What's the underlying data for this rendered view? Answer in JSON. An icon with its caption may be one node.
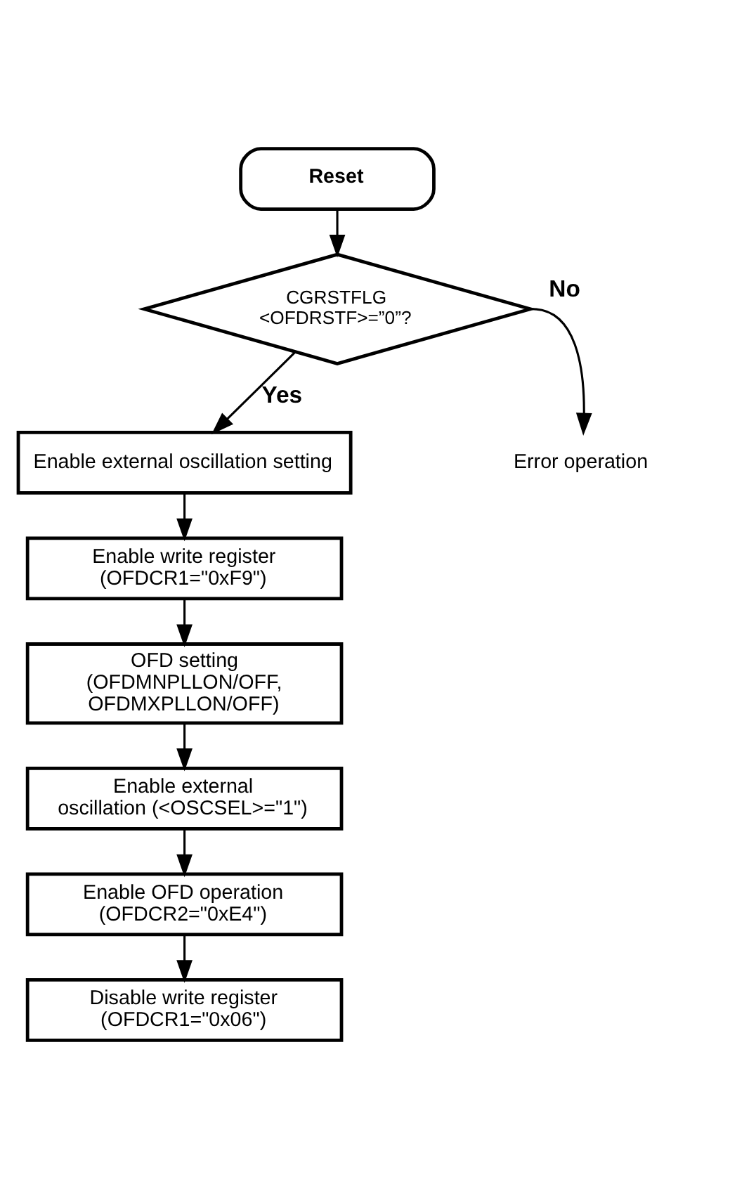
{
  "diagram": {
    "nodes": [
      {
        "text": [
          "Reset"
        ]
      },
      {
        "text": [
          "CGRSTFLG <OFDRSTF>=”0”?"
        ]
      },
      {
        "text": [
          "Enable external oscillation setting"
        ]
      },
      {
        "text": [
          "Enable write register (OFDCR1=\"0xF9\")"
        ]
      },
      {
        "text": [
          "OFD setting (OFDMNPLLON/OFF, OFDMXPLLON/OFF)"
        ]
      },
      {
        "text": [
          "Enable external oscillation (<OSCSEL>=\"1\")"
        ]
      },
      {
        "text": [
          "Enable OFD operation (OFDCR2=\"0xE4\")"
        ]
      },
      {
        "text": [
          "Disable write register (OFDCR1=\"0x06\")"
        ]
      },
      {
        "text": [
          "Error operation"
        ]
      }
    ],
    "edges": [
      {
        "from": 0,
        "to": 1,
        "arrow": "to"
      },
      {
        "from": 1,
        "to": 2,
        "arrow": "to",
        "label": "Yes"
      },
      {
        "from": 1,
        "to": 8,
        "arrow": "to",
        "label": "No"
      },
      {
        "from": 2,
        "to": 3,
        "arrow": "to"
      },
      {
        "from": 3,
        "to": 4,
        "arrow": "to"
      },
      {
        "from": 4,
        "to": 5,
        "arrow": "to"
      },
      {
        "from": 5,
        "to": 6,
        "arrow": "to"
      },
      {
        "from": 6,
        "to": 7,
        "arrow": "to"
      }
    ]
  }
}
